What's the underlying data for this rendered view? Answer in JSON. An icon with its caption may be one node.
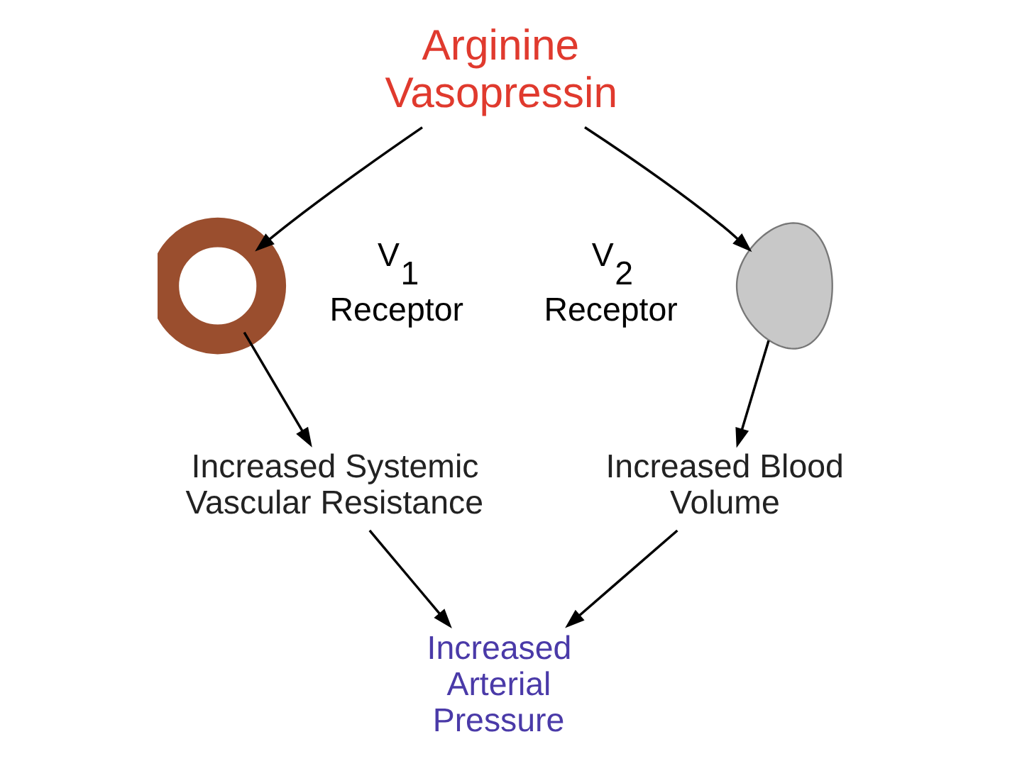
{
  "diagram": {
    "nodes": [
      {
        "text": [
          "Arginine Vasopressin"
        ]
      },
      {
        "text": [],
        "shape": "circle",
        "beside": [
          "V$_{1}$ Receptor"
        ]
      },
      {
        "text": [],
        "shape": "kidney",
        "beside": [
          "V$_{2}$ Receptor"
        ]
      },
      {
        "text": [
          "Increased Systemic Vascular Resistance"
        ]
      },
      {
        "text": [
          "Increased Blood Volume"
        ]
      },
      {
        "text": [
          "Increased Arterial Pressure"
        ]
      }
    ],
    "edges": [
      {
        "from": 0,
        "to": 1,
        "arrow": "to"
      },
      {
        "from": 0,
        "to": 2,
        "arrow": "to"
      },
      {
        "from": 1,
        "to": 3,
        "arrow": "to"
      },
      {
        "from": 2,
        "to": 4,
        "arrow": "to"
      },
      {
        "from": 3,
        "to": 5,
        "arrow": "to"
      },
      {
        "from": 4,
        "to": 5,
        "arrow": "to"
      }
    ]
  }
}
